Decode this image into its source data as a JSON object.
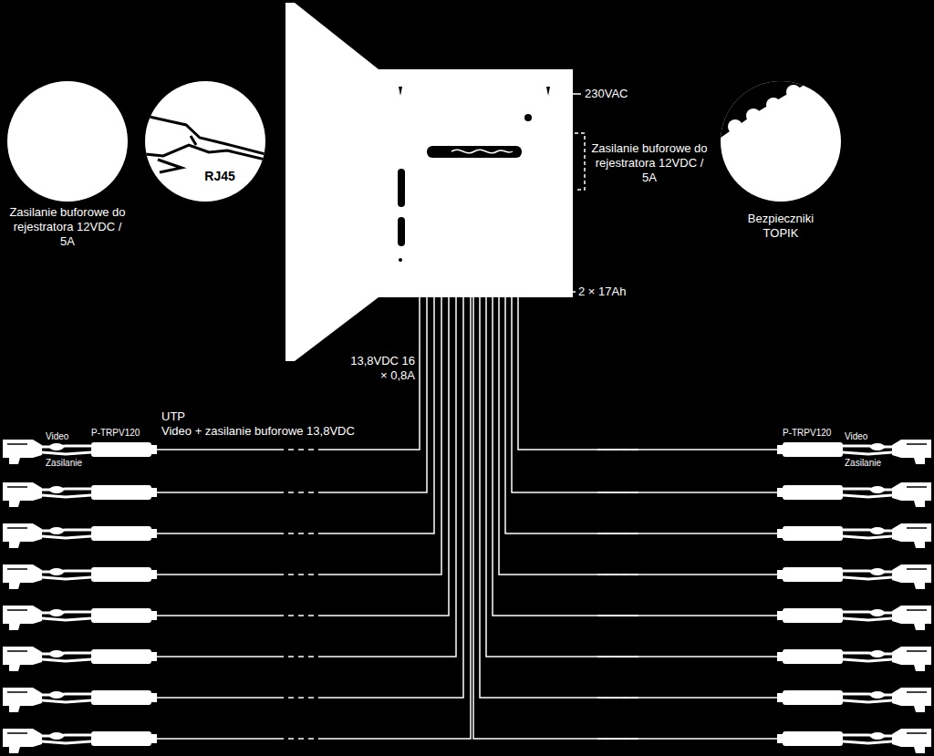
{
  "diagram": {
    "nodes": [
      {
        "text": [
          "Zasilanie buforowe do rejestratora 12VDC / 5A"
        ]
      },
      {
        "text": [
          "RJ45"
        ]
      },
      {
        "text": [
          "Bezpieczniki TOPIK"
        ]
      }
    ],
    "labels": [
      "230VAC",
      "Zasilanie buforowe do rejestratora 12VDC / 5A",
      "2 × 17Ah",
      "13,8VDC 16 × 0,8A",
      "UTP",
      "Video + zasilanie buforowe 13,8VDC",
      "P-TRPV120",
      "Video",
      "Zasilanie",
      "P-TRPV120",
      "Video",
      "Zasilanie"
    ]
  }
}
